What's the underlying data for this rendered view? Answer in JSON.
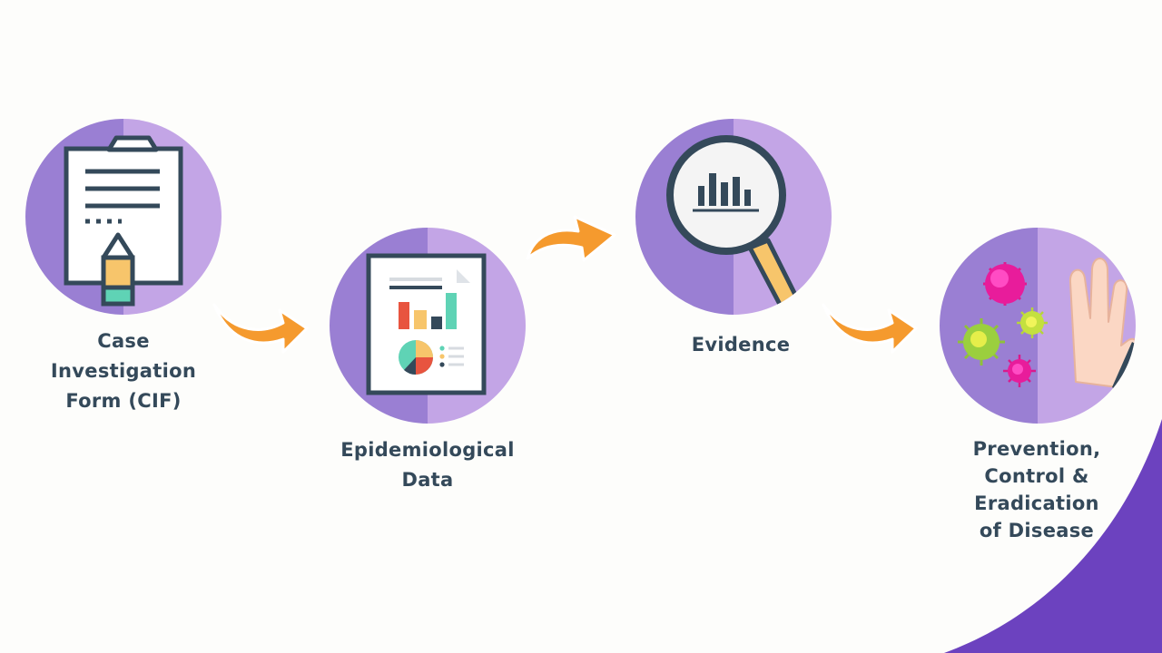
{
  "steps": [
    {
      "id": "cif",
      "label_lines": [
        "Case",
        "Investigation",
        "Form (CIF)"
      ],
      "icon": "clipboard-icon"
    },
    {
      "id": "epi",
      "label_lines": [
        "Epidemiological",
        "Data"
      ],
      "icon": "report-chart-icon"
    },
    {
      "id": "evidence",
      "label_lines": [
        "Evidence"
      ],
      "icon": "magnifier-chart-icon"
    },
    {
      "id": "prevention",
      "label_lines": [
        "Prevention,",
        "Control &",
        "Eradication",
        "of Disease"
      ],
      "icon": "stop-virus-hand-icon"
    }
  ],
  "colors": {
    "circle_left": "#9a7fd3",
    "circle_right": "#c3a5e6",
    "arrow_orange": "#f59a2e",
    "text_dark": "#34495a",
    "corner_purple": "#6c42bf"
  }
}
